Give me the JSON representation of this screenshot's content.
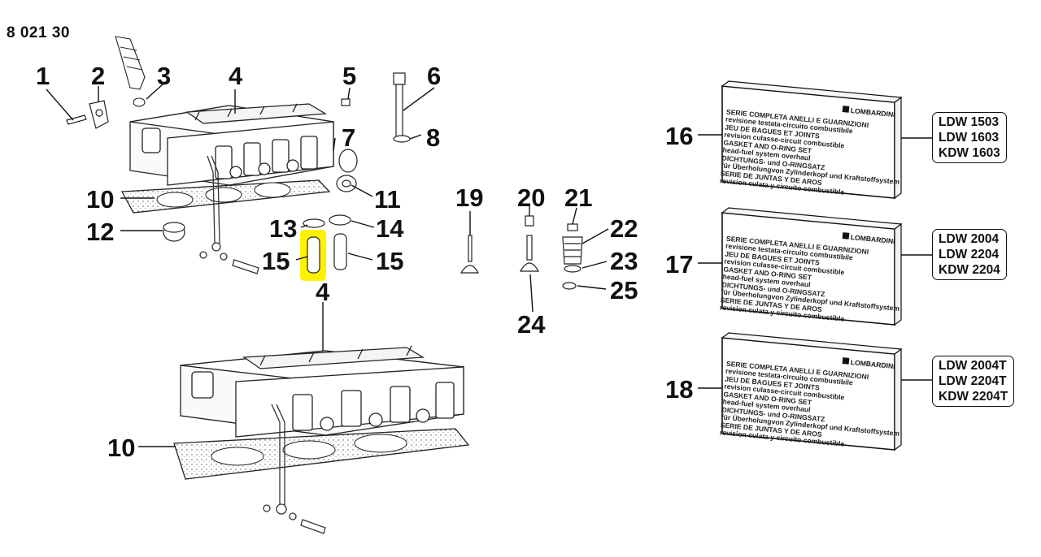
{
  "document": {
    "code": "8 021 30"
  },
  "callouts": {
    "c1": "1",
    "c2": "2",
    "c3": "3",
    "c4_top": "4",
    "c5": "5",
    "c6": "6",
    "c7": "7",
    "c8": "8",
    "c10_top": "10",
    "c11": "11",
    "c12": "12",
    "c13": "13",
    "c14": "14",
    "c15_left": "15",
    "c15_right": "15",
    "c4_mid": "4",
    "c19": "19",
    "c20": "20",
    "c21": "21",
    "c22": "22",
    "c23": "23",
    "c24": "24",
    "c25": "25",
    "c10_bottom": "10",
    "c16": "16",
    "c17": "17",
    "c18": "18"
  },
  "highlight": {
    "part": "15",
    "color": "#fff200"
  },
  "kit": {
    "title_1": "SERIE COMPLETA ANELLI E GUARNIZIONI",
    "sub_1": "revisione testata-circuito combustibile",
    "title_2": "JEU DE BAGUES ET JOINTS",
    "sub_2": "revision culasse-circuit combustible",
    "title_3": "GASKET AND O-RING SET",
    "sub_3": "head-fuel system overhaul",
    "title_4": "DICHTUNGS- und O-RINGSATZ",
    "sub_4": "für Überholungvon Zylinderkopf und Kraftstoffsystem",
    "title_5": "SERIE DE JUNTAS Y DE AROS",
    "sub_5": "revision culata y circuito combustible",
    "brand": "LOMBARDINI"
  },
  "models": {
    "kit16": [
      "LDW 1503",
      "LDW 1603",
      "KDW 1603"
    ],
    "kit17": [
      "LDW 2004",
      "LDW 2204",
      "KDW 2204"
    ],
    "kit18": [
      "LDW 2004T",
      "LDW 2204T",
      "KDW 2204T"
    ]
  }
}
